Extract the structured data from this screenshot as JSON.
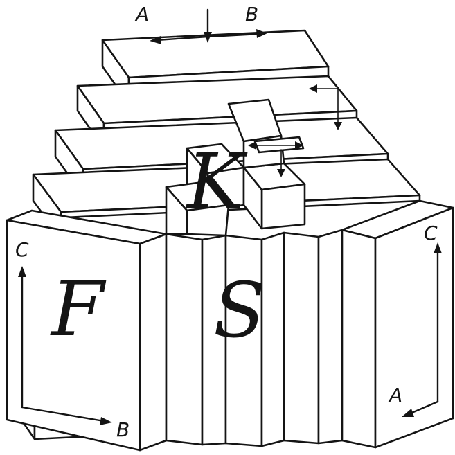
{
  "labels": {
    "top_a": "A",
    "top_b": "B",
    "left_c": "C",
    "left_b": "B",
    "right_c": "C",
    "right_a": "A",
    "face_k": "K",
    "face_f": "F",
    "face_s": "S"
  },
  "colors": {
    "ink": "#141414",
    "paper": "#ffffff"
  }
}
